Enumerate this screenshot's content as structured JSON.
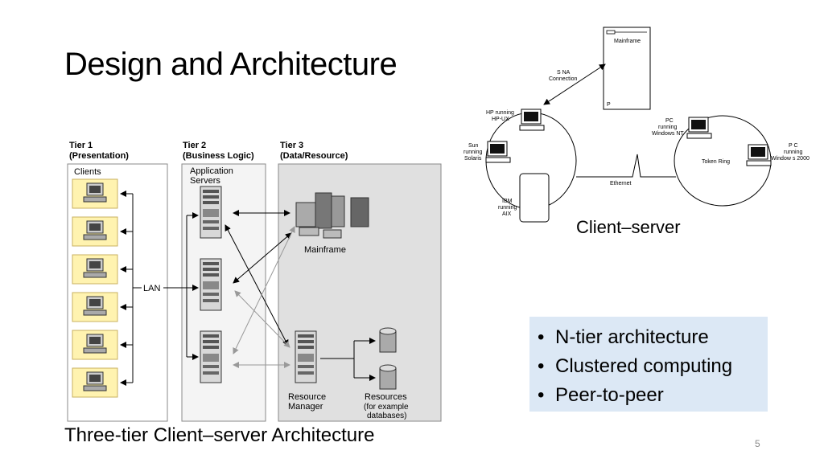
{
  "slide": {
    "title": "Design and Architecture",
    "page_number": "5"
  },
  "three_tier": {
    "caption": "Three-tier Client–server Architecture",
    "tier1": {
      "heading_line1": "Tier 1",
      "heading_line2": "(Presentation)",
      "label": "Clients"
    },
    "tier2": {
      "heading_line1": "Tier 2",
      "heading_line2": "(Business Logic)",
      "label_line1": "Application",
      "label_line2": "Servers"
    },
    "tier3": {
      "heading_line1": "Tier 3",
      "heading_line2": "(Data/Resource)"
    },
    "lan_label": "LAN",
    "mainframe_label": "Mainframe",
    "resource_manager_line1": "Resource",
    "resource_manager_line2": "Manager",
    "resources_line1": "Resources",
    "resources_line2": "(for example",
    "resources_line3": "databases)"
  },
  "client_server": {
    "caption": "Client–server",
    "mainframe": "Mainframe",
    "mainframe_p": "P",
    "sna_line1": "S NA",
    "sna_line2": "Connection",
    "hp_line1": "HP running",
    "hp_line2": "HP-UX",
    "sun_line1": "Sun",
    "sun_line2": "running",
    "sun_line3": "Solaris",
    "ibm_line1": "IBM",
    "ibm_line2": "running",
    "ibm_line3": "AIX",
    "ethernet": "Ethernet",
    "pcnt_line1": "PC",
    "pcnt_line2": "running",
    "pcnt_line3": "Windows NT",
    "token_ring": "Token Ring",
    "pc2000_line1": "P C",
    "pc2000_line2": "running",
    "pc2000_line3": "Window s 2000"
  },
  "bullets": [
    "N-tier architecture",
    "Clustered computing",
    "Peer-to-peer"
  ]
}
